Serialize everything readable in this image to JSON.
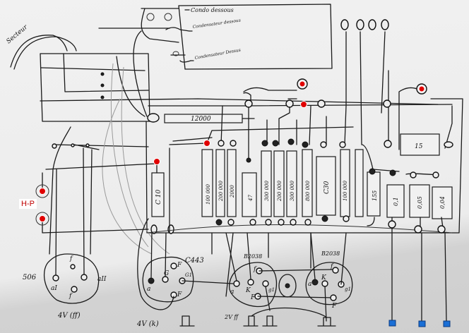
{
  "title": "Hand-drawn radio wiring schematic",
  "labels": {
    "mains": "Secteur",
    "speaker": "H-P",
    "cap_top": "Condo dessous",
    "cap_below": "Condensateur dessous",
    "cap_above": "Condensateur Dessus",
    "resistor_top": "12000",
    "cap_left": "C 10",
    "resistor_right": "15"
  },
  "components": [
    {
      "label": "100 000"
    },
    {
      "label": "200 000"
    },
    {
      "label": "2000"
    },
    {
      "label": "47"
    },
    {
      "label": "300 000"
    },
    {
      "label": "200 000"
    },
    {
      "label": "300 000"
    },
    {
      "label": "800 000"
    },
    {
      "label": "C30"
    },
    {
      "label": "100 000"
    },
    {
      "label": "155"
    },
    {
      "label": "0,1"
    },
    {
      "label": "0,05"
    },
    {
      "label": "0,04"
    }
  ],
  "tubes": [
    {
      "name": "506",
      "pins": [
        "f",
        "aI",
        "aII",
        "f"
      ],
      "supply": "4V (ff)"
    },
    {
      "name": "C443",
      "pins": [
        "a",
        "G",
        "G1",
        "F",
        "F"
      ],
      "supply": "4V (k)"
    },
    {
      "name": "B2038",
      "pins": [
        "f",
        "a",
        "K",
        "g1",
        "F"
      ]
    },
    {
      "name": "B2038",
      "pins": [
        "f",
        "a",
        "K",
        "g1",
        "F"
      ]
    }
  ],
  "supply_label": "2V ff",
  "colors": {
    "marker_red": "#e00000",
    "marker_blue": "#1a6fd6",
    "ink": "#1a1a1a"
  }
}
